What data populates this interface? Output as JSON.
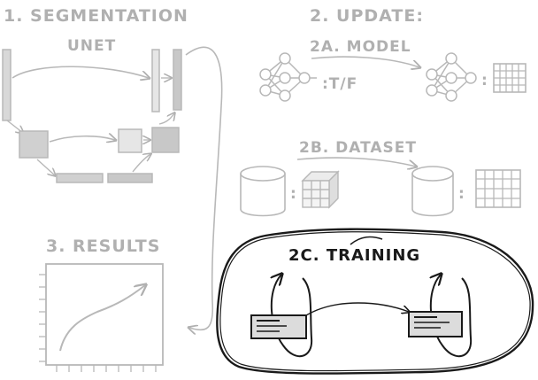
{
  "colors": {
    "faded_stroke": "#b8b8b8",
    "faded_fill_dark": "#c8c8c8",
    "faded_fill_light": "#e6e6e6",
    "dark_stroke": "#1a1a1a",
    "dark_fill": "#dcdcdc"
  },
  "sections": {
    "segmentation": {
      "title": "1. SEGMENTATION",
      "subtitle": "UNET"
    },
    "update": {
      "title": "2. UPDATE:"
    },
    "model": {
      "title": "2A. MODEL",
      "tf_label": ":T/F",
      "colon": ":"
    },
    "dataset": {
      "title": "2B. DATASET",
      "colon_left": ":",
      "colon_right": ":"
    },
    "results": {
      "title": "3. RESULTS"
    },
    "training": {
      "title": "2C. TRAINING"
    }
  }
}
